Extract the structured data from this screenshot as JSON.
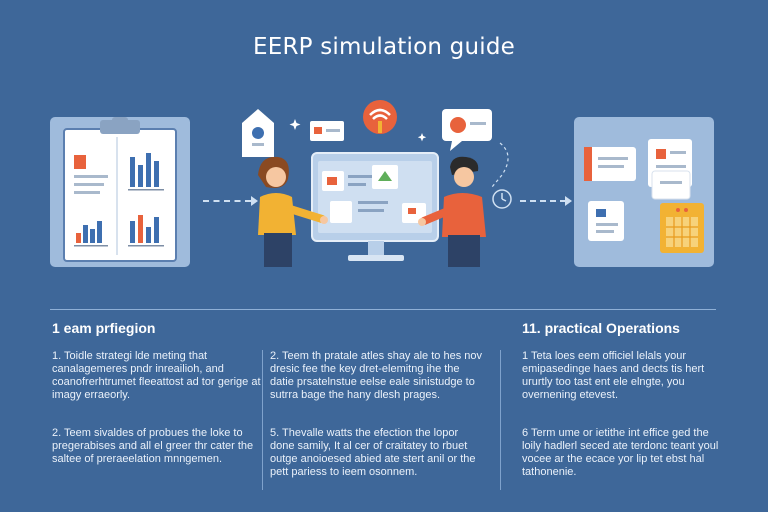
{
  "header": {
    "title": "EERP simulation guide"
  },
  "sections": {
    "left": {
      "heading": "1 eam prfiegion"
    },
    "right": {
      "heading": "11. practical Operations"
    }
  },
  "columns": [
    {
      "paragraphs": [
        "1. Toidle strategi lde meting that canalagemeres pndr inreailioh, and coanofrerhtrumet fleeattost ad tor gerige at imagy erraeorly.",
        "2. Teem sivaldes of probues the loke to pregerabises and all el greer thr cater the saltee of preraeelation mnngemen."
      ]
    },
    {
      "paragraphs": [
        "2. Teem th pratale atles shay ale to hes nov dresic fee the key dret-elemitng ihe the datie prsatelnstue eelse eale sinistudge to sutrra bage the hany dlesh prages.",
        "5. Thevalle watts the efection the lopor done samily, It al cer of craitatey to rbuet outge anoioesed abied ate stert anil or the pett pariess to ieem osonnem."
      ]
    },
    {
      "paragraphs": [
        "1 Teta loes eem officiel lelals your emipasedinge haes and dects tis hert ururtly too tast ent ele elngte, you overnening etevest.",
        "6 Term ume or ietithe int effice ged the loily hadlerl seced ate terdonc teant youl vocee ar the ecace yor lip tet ebst hal tathonenie."
      ]
    }
  ],
  "colors": {
    "background": "#3e6799",
    "panel": "#9fbbdc",
    "accent_orange": "#e8623c",
    "accent_yellow": "#f2b233",
    "chart_blue": "#3e6fb0"
  },
  "icons": [
    "clipboard-chart-icon",
    "monitor-icon",
    "wifi-signal-icon",
    "chat-bubble-icon",
    "house-card-icon",
    "folder-icon",
    "documents-stack-icon",
    "calendar-icon",
    "clock-icon"
  ]
}
